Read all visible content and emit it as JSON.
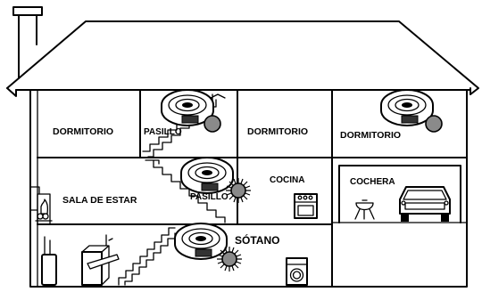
{
  "rooms": {
    "dormitorio_left": "DORMITORIO",
    "pasillo_upper": "PASILLO",
    "dormitorio_middle": "DORMITORIO",
    "dormitorio_right": "DORMITORIO",
    "sala_de_estar": "SALA DE ESTAR",
    "pasillo_lower": "PASILLO",
    "cocina": "COCINA",
    "cochera": "COCHERA",
    "sotano": "SÓTANO"
  },
  "detector_states": {
    "pasillo_upper": "steady",
    "dormitorio_right": "steady",
    "pasillo_lower": "alarm",
    "sotano": "alarm"
  },
  "appliances": [
    "fireplace-icon",
    "water-heater-icon",
    "furnace-icon",
    "stove-icon",
    "grill-icon",
    "car-icon",
    "washing-machine-icon"
  ]
}
